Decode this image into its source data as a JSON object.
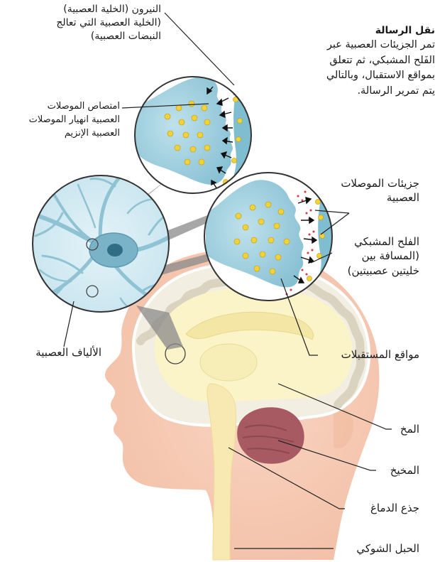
{
  "message": {
    "title": "نقل الرسالة",
    "lines": [
      "تمر الجزيئات العصبية عبر",
      "الفَلح المشبكي، ثم تتعلق",
      "بمواقع الاستقبال، وبالتالي",
      "يتم تمرير الرسالة."
    ]
  },
  "labels": {
    "neuron": [
      "النيرون (الخلية العصبية)",
      "(الخلية العصبية التي تعالج",
      "النبضات العصبية)"
    ],
    "reuptake": [
      "امتصاص الموصلات",
      "العصبية انهيار الموصلات",
      "العصبية الإنزيم"
    ],
    "neurotransmitters": [
      "جزيئات الموصلات",
      "العصبية"
    ],
    "synaptic_cleft": [
      "الفلح المشبكي",
      "(المسافة بين",
      "خليتين عصبيتين)"
    ],
    "nerve_fibers": "الألياف العصبية",
    "receptor_sites": "مواقع المستقبلات",
    "brain": "المخ",
    "cerebellum": "المخيخ",
    "brainstem": "جذع الدماغ",
    "spinal_cord": "الحبل الشوكي"
  },
  "colors": {
    "skin": "#f7cdb5",
    "skin_dark": "#f0b79a",
    "brain_outline": "#ffffff",
    "brain_gray": "#e3e0d3",
    "brain_white": "#fbf4c9",
    "cerebellum": "#a85a63",
    "cell_blue": "#9ecfde",
    "cell_blue_dark": "#6fb0c6",
    "vesicle": "#f2d23c",
    "receptor": "#e0388a",
    "line": "#333333"
  }
}
